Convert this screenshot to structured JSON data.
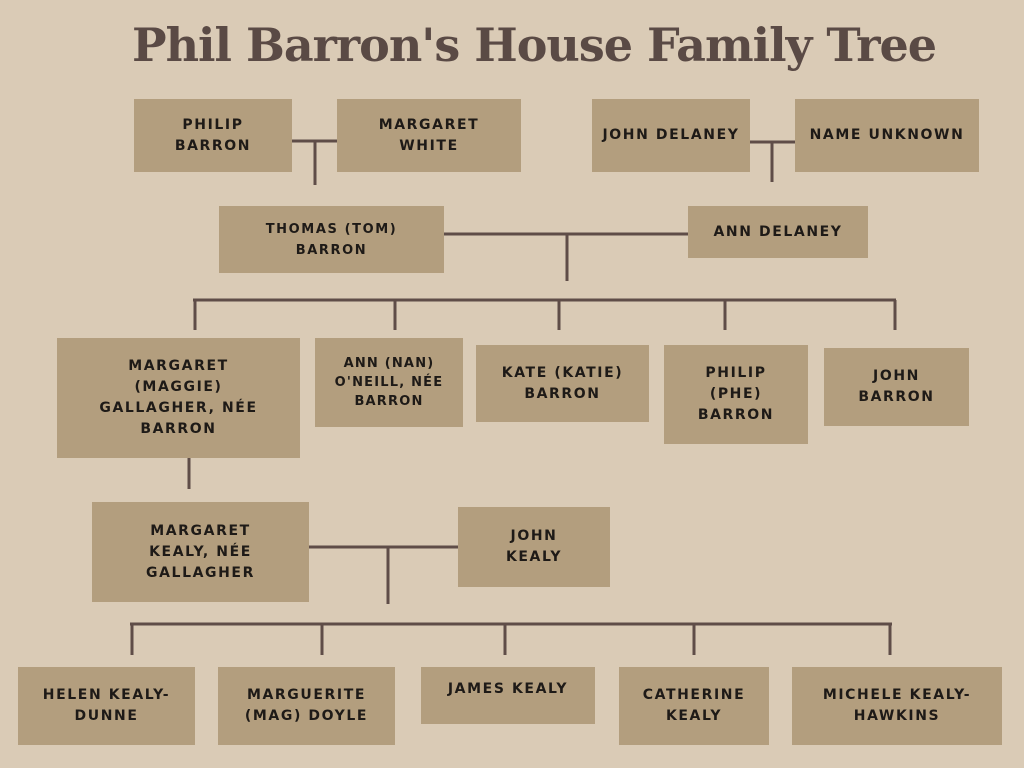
{
  "title": "Phil Barron's House Family Tree",
  "people": {
    "philip_barron": "PHILIP BARRON",
    "margaret_white": "MARGARET WHITE",
    "john_delaney": "JOHN DELANEY",
    "name_unknown": "NAME UNKNOWN",
    "thomas_barron": "THOMAS (TOM) BARRON",
    "ann_delaney": "ANN DELANEY",
    "maggie_gallagher": "MARGARET (MAGGIE) GALLAGHER, NÉE BARRON",
    "nan_oneill": "ANN (NAN) O'NEILL, NÉE BARRON",
    "kate_barron": "KATE (KATIE) BARRON",
    "phe_barron": "PHILIP (PHE) BARRON",
    "john_barron": "JOHN BARRON",
    "margaret_kealy": "MARGARET KEALY, NÉE GALLAGHER",
    "john_kealy": "JOHN KEALY",
    "helen": "HELEN KEALY-DUNNE",
    "marguerite": "MARGUERITE (MAG) DOYLE",
    "james": "JAMES KEALY",
    "catherine": "CATHERINE KEALY",
    "michele": "MICHELE KEALY-HAWKINS"
  }
}
